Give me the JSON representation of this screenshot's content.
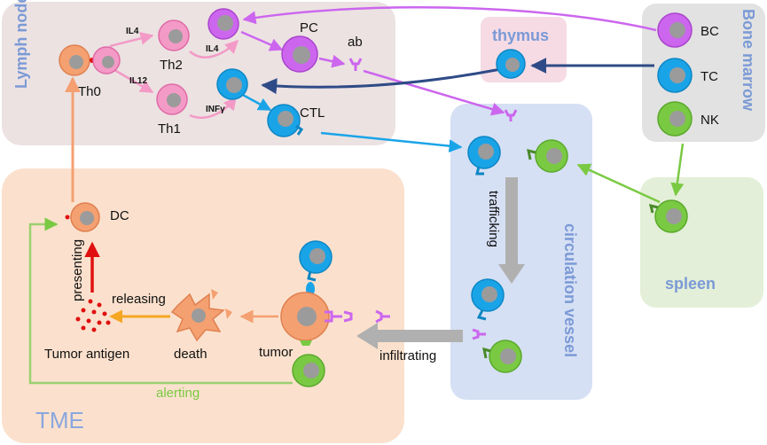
{
  "regions": {
    "lymph_node": "Lymph node",
    "thymus": "thymus",
    "bone_marrow": "Bone marrow",
    "circulation": "circulation vessel",
    "spleen": "spleen",
    "tme": "TME"
  },
  "cells": {
    "th0": "Th0",
    "th1": "Th1",
    "th2": "Th2",
    "pc": "PC",
    "ab": "ab",
    "ctl": "CTL",
    "bc": "BC",
    "tc": "TC",
    "nk": "NK",
    "dc": "DC",
    "tumor": "tumor",
    "death": "death",
    "tumor_antigen": "Tumor antigen"
  },
  "cytokines": {
    "il4_a": "IL4",
    "il4_b": "IL4",
    "il12": "IL12",
    "infg": "INFγ"
  },
  "processes": {
    "presenting": "presenting",
    "releasing": "releasing",
    "trafficking": "trafficking",
    "infiltrating": "infiltrating",
    "alerting": "alerting"
  },
  "colors": {
    "lymph_bg": "#ece2e2",
    "thymus_bg": "#f6dbe4",
    "marrow_bg": "#e2e2e2",
    "vessel_bg": "#d6e0f4",
    "spleen_bg": "#e3efd8",
    "tme_bg": "#fbe1cd",
    "pink": "#f39ac6",
    "purple": "#cc66ee",
    "blue": "#1aa4e8",
    "green": "#7ac943",
    "orange": "#f4a071",
    "navy": "#2f4b87",
    "gray_arrow": "#b0b0b0",
    "red": "#e01010",
    "yellow": "#f5a623",
    "title_blue": "#7b9ad6"
  }
}
